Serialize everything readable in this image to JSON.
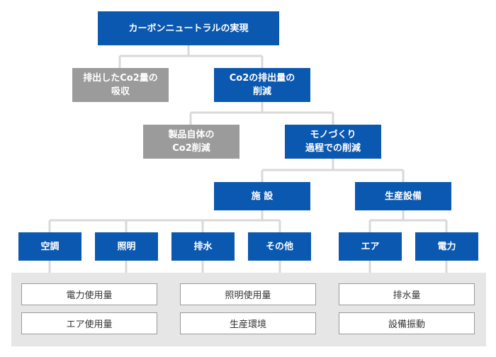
{
  "diagram": {
    "root": "カーボンニュートラルの実現",
    "level2": {
      "absorb": "排出したCo2量の\n吸収",
      "reduce": "Co2の排出量の\n削減"
    },
    "level3": {
      "product": "製品自体の\nCo2削減",
      "process": "モノづくり\n過程での削減"
    },
    "level4": {
      "facility": "施 設",
      "equipment": "生産設備"
    },
    "level5": {
      "aircon": "空調",
      "lighting": "照明",
      "drainage": "排水",
      "other": "その他",
      "air": "エア",
      "power": "電力"
    },
    "metrics": {
      "power_usage": "電力使用量",
      "air_usage": "エア使用量",
      "lighting_usage": "照明使用量",
      "environment": "生産環境",
      "drainage_volume": "排水量",
      "vibration": "設備振動"
    },
    "colors": {
      "primary": "#0b58b0",
      "secondary": "#9b9b9b",
      "connector": "#d9d9d9",
      "panel": "#e6e6e6"
    }
  }
}
